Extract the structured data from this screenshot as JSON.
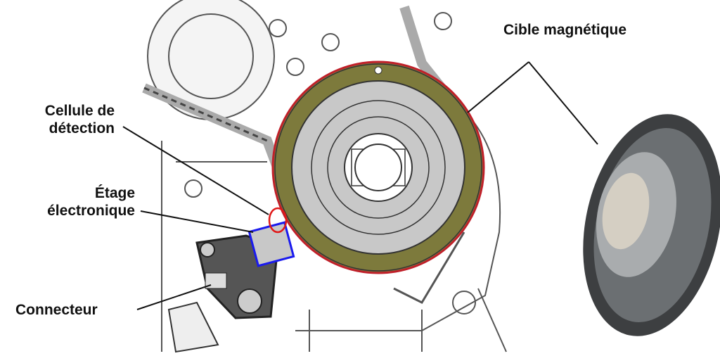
{
  "labels": {
    "target": "Cible magnétique",
    "cell_line1": "Cellule de",
    "cell_line2": "détection",
    "stage_line1": "Étage",
    "stage_line2": "électronique",
    "connector": "Connecteur"
  },
  "colors": {
    "ring": "#7d7a3c",
    "ring_outline": "#c0202a",
    "sensor_highlight": "#1a1aee",
    "cell_highlight": "#e01818",
    "disc": "#c8c8c8"
  }
}
